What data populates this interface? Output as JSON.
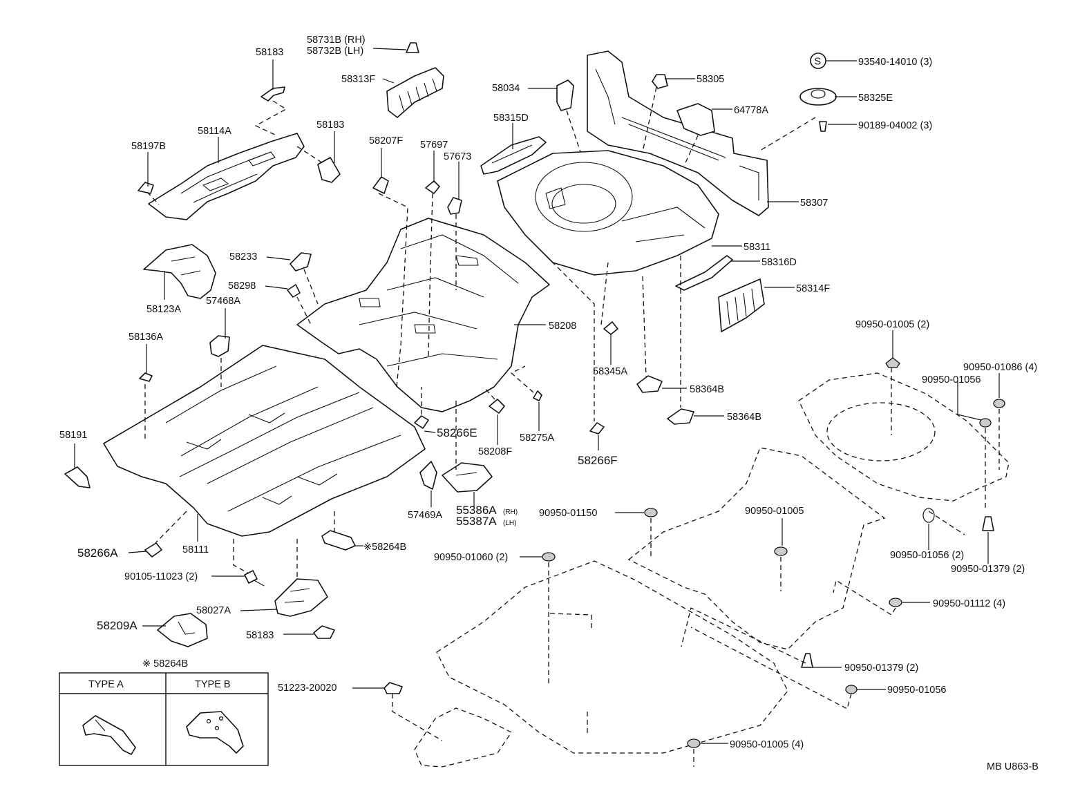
{
  "diagram_code": "MB U863-B",
  "legend": {
    "title": "※ 58264B",
    "type_a": "TYPE A",
    "type_b": "TYPE B"
  },
  "labels": {
    "p58731b": "58731B (RH)",
    "p58732b": "58732B (LH)",
    "p58183_top": "58183",
    "p58313f": "58313F",
    "p58114a": "58114A",
    "p58183_mid": "58183",
    "p58197b": "58197B",
    "p58207f": "58207F",
    "p57697": "57697",
    "p57673": "57673",
    "p58034": "58034",
    "p58315d": "58315D",
    "p58305": "58305",
    "p64778a": "64778A",
    "p93540": "93540-14010 (3)",
    "p58325e": "58325E",
    "p90189": "90189-04002 (3)",
    "p58307": "58307",
    "p58311": "58311",
    "p58316d": "58316D",
    "p58314f": "58314F",
    "p58233": "58233",
    "p58123a": "58123A",
    "p58298": "58298",
    "p57468a": "57468A",
    "p58208": "58208",
    "p58136a": "58136A",
    "p58345a": "58345A",
    "p58364b_1": "58364B",
    "p58364b_2": "58364B",
    "p90950_01005_2": "90950-01005 (2)",
    "p90950_01086": "90950-01086 (4)",
    "p90950_01056_a": "90950-01056",
    "p58191": "58191",
    "p58266e": "58266E",
    "p58208f": "58208F",
    "p58275a": "58275A",
    "p58266f": "58266F",
    "p57469a": "57469A",
    "p55386a": "55386A",
    "p55386a_rh": "(RH)",
    "p55387a": "55387A",
    "p55387a_lh": "(LH)",
    "p90950_01150": "90950-01150",
    "p90950_01005_b": "90950-01005",
    "p58266a": "58266A",
    "p58111": "58111",
    "p58264b": "※58264B",
    "p90950_01060": "90950-01060 (2)",
    "p90950_01056_2": "90950-01056 (2)",
    "p90950_01379_2a": "90950-01379 (2)",
    "p90105": "90105-11023 (2)",
    "p58027a": "58027A",
    "p90950_01112": "90950-01112 (4)",
    "p58209a": "58209A",
    "p58183_bot": "58183",
    "p90950_01379_2b": "90950-01379 (2)",
    "p51223": "51223-20020",
    "p90950_01056_b": "90950-01056",
    "p90950_01005_4": "90950-01005 (4)",
    "callout_s": "S"
  }
}
